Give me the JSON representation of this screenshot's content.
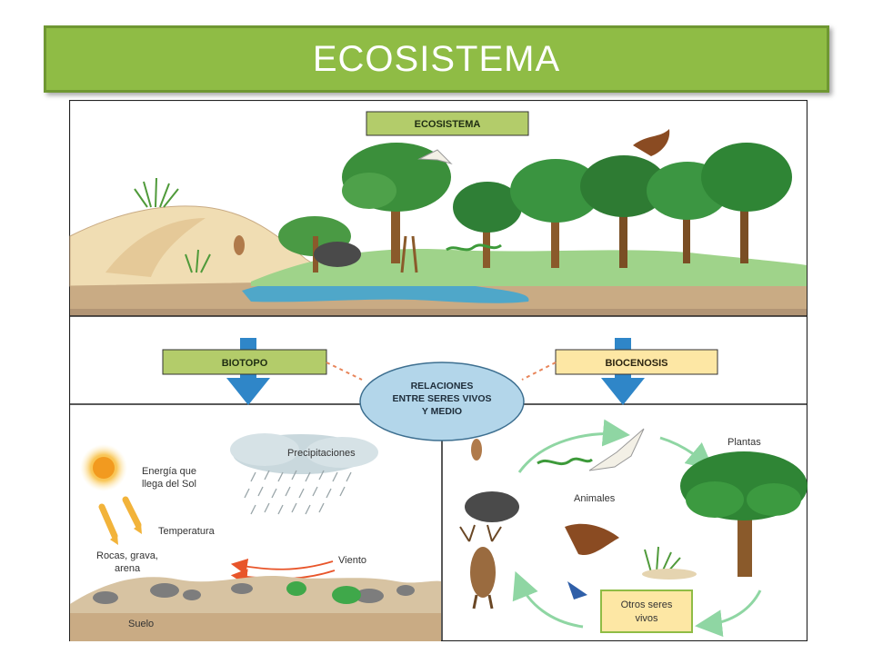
{
  "slide": {
    "title": "ECOSISTEMA"
  },
  "diagram": {
    "top_label": "ECOSISTEMA",
    "biotopo_label": "BIOTOPO",
    "biocenosis_label": "BIOCENOSIS",
    "relations": {
      "line1": "RELACIONES",
      "line2": "ENTRE SERES VIVOS",
      "line3": "Y MEDIO"
    },
    "biotopo": {
      "energia_line1": "Energía que",
      "energia_line2": "llega del Sol",
      "precipitaciones": "Precipitaciones",
      "temperatura": "Temperatura",
      "rocas_line1": "Rocas, grava,",
      "rocas_line2": "arena",
      "viento": "Viento",
      "suelo": "Suelo"
    },
    "biocenosis": {
      "plantas": "Plantas",
      "animales": "Animales",
      "otros_line1": "Otros seres",
      "otros_line2": "vivos"
    },
    "colors": {
      "title_bar": "#8fbc45",
      "green_label": "#b3cc6a",
      "yellow_label": "#fde7a4",
      "relations_ellipse": "#b3d6ea",
      "arrow_blue": "#2f86c8",
      "dashed_connector": "#e8855a",
      "cycle_arrows": "#8fd6a3",
      "wind_arrows": "#e8552a"
    },
    "icons": [
      "sun-icon",
      "rain-cloud-icon",
      "wild-boar-icon",
      "deer-icon",
      "eagle-icon",
      "bird-icon",
      "snake-icon",
      "tree-icon"
    ]
  }
}
